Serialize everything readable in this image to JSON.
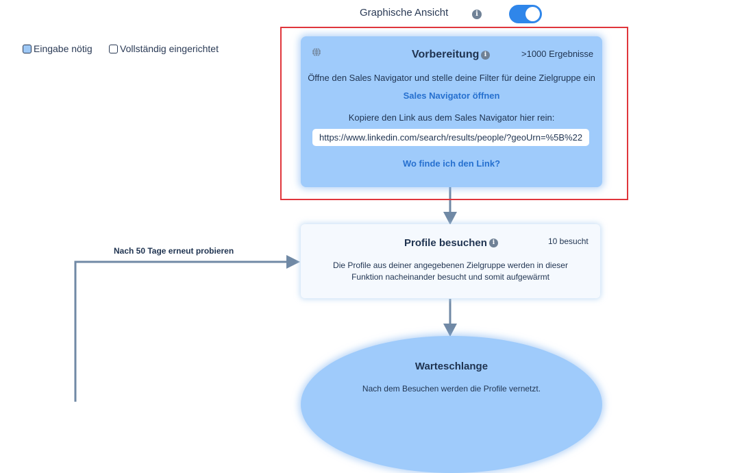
{
  "toggle": {
    "label": "Graphische Ansicht",
    "info_icon": "info-icon",
    "state": "on",
    "accent": "#2f86ea"
  },
  "legend": {
    "input_needed": "Eingabe nötig",
    "fully_configured": "Vollständig eingerichtet"
  },
  "prep_card": {
    "title": "Vorbereitung",
    "results": ">1000 Ergebnisse",
    "description": "Öffne den Sales Navigator und stelle deine Filter für deine Zielgruppe ein",
    "open_link": "Sales Navigator öffnen",
    "copy_instruction": "Kopiere den Link aus dem Sales Navigator hier rein:",
    "link_value": "https://www.linkedin.com/search/results/people/?geoUrn=%5B%22",
    "where_link": "Wo finde ich den Link?",
    "icon": "globe-icon"
  },
  "visit_card": {
    "title": "Profile besuchen",
    "count": "10 besucht",
    "description": "Die Profile aus deiner angegebenen Zielgruppe werden in dieser Funktion nacheinander besucht und somit aufgewärmt"
  },
  "queue_card": {
    "title": "Warteschlange",
    "description": "Nach dem Besuchen werden die Profile vernetzt."
  },
  "retry_label": "Nach 50 Tage erneut probieren",
  "colors": {
    "card_blue": "#9fcbfb",
    "highlight_red": "#e0353b",
    "link_blue": "#2670cf",
    "arrow": "#7089a5"
  }
}
